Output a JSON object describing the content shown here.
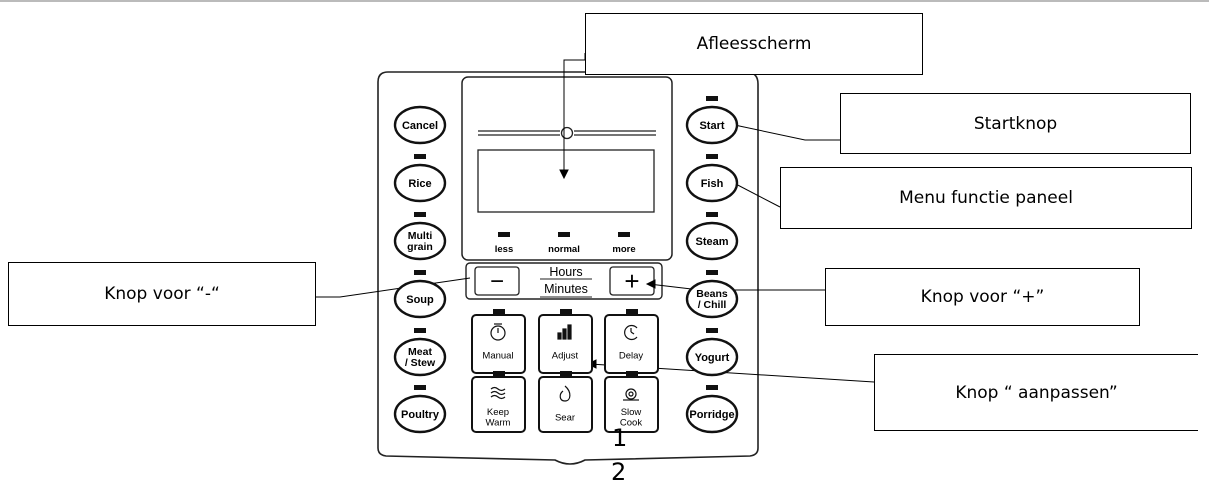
{
  "callouts": {
    "display": "Afleesscherm",
    "start": "Startknop",
    "menu_panel": "Menu functie paneel",
    "minus_button": "Knop voor “-“",
    "plus_button": "Knop voor “+”",
    "adjust_button": "Knop “ aanpassen”"
  },
  "panel": {
    "left_buttons": [
      "Cancel",
      "Rice",
      "Multi\ngrain",
      "Soup",
      "Meat\n/ Stew",
      "Poultry"
    ],
    "right_buttons": [
      "Start",
      "Fish",
      "Steam",
      "Beans\n/ Chill",
      "Yogurt",
      "Porridge"
    ],
    "levels": [
      "less",
      "normal",
      "more"
    ],
    "time_label_top": "Hours",
    "time_label_bottom": "Minutes",
    "minus_symbol": "−",
    "plus_symbol": "+",
    "function_buttons": [
      {
        "label": "Manual",
        "icon": "timer-icon"
      },
      {
        "label": "Adjust",
        "icon": "bars-icon"
      },
      {
        "label": "Delay",
        "icon": "clock-icon"
      },
      {
        "label": "Keep\nWarm",
        "icon": "heat-waves-icon"
      },
      {
        "label": "Sear",
        "icon": "flame-icon"
      },
      {
        "label": "Slow\nCook",
        "icon": "snail-icon"
      }
    ]
  },
  "page_numbers": [
    "1",
    "2"
  ]
}
